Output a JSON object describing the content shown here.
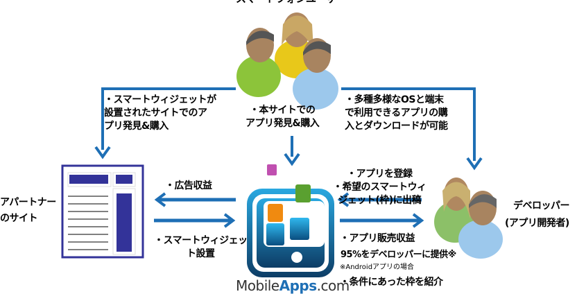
{
  "nodes": {
    "users_title": "スマートフォンユーザー",
    "partner_line1": "アパートナー",
    "partner_line2": "のサイト",
    "developer_line1": "デベロッパー",
    "developer_line2": "(アプリ開発者)"
  },
  "labels": {
    "left_top": [
      "・スマートウィジェットが",
      "設置されたサイトでのア",
      "プリ発見&購入"
    ],
    "center_top": [
      "・本サイトでの",
      "アプリ発見&購入"
    ],
    "right_top": [
      "・多種多様なOSと端末",
      "で利用できるアプリの購",
      "入とダウンロードが可能"
    ],
    "ad_revenue": "・広告収益",
    "widget_install": [
      "・スマートウィジェッ",
      "ト設置"
    ],
    "dev_register": [
      "・アプリを登録",
      "・希望のスマートウィ",
      "ジェット(枠)に出稿"
    ],
    "sales_revenue": "・アプリ販売収益",
    "sales_share": "95%をデベロッパーに提供※",
    "sales_note": "※Androidアプリの場合",
    "slot_intro": "・条件にあった枠を紹介"
  },
  "logo": {
    "part1": "Mobile",
    "part2": "Apps",
    "part3": ".com"
  },
  "colors": {
    "arrow": "#1e6fb5",
    "page_block": "#333399",
    "phone": "#1a5f8c"
  }
}
